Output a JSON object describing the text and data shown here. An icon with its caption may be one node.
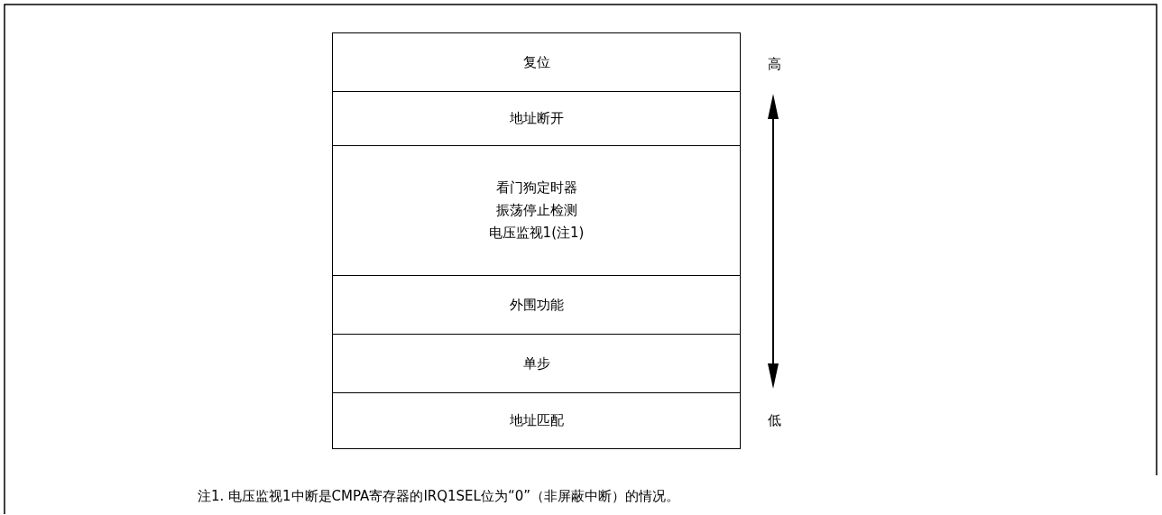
{
  "diagram": {
    "nodes": [
      {
        "text": [
          "复位"
        ]
      },
      {
        "text": [
          "地址断开"
        ]
      },
      {
        "text": [
          "看门狗定时器",
          "振荡停止检测",
          "电压监视1(注1)"
        ]
      },
      {
        "text": [
          "外围功能"
        ]
      },
      {
        "text": [
          "单步"
        ]
      },
      {
        "text": [
          "地址匹配"
        ]
      }
    ],
    "labels": [
      "高",
      "低",
      "注1. 电压监视1中断是CMPA寄存器的IRQ1SEL位为“0”（非屏蔽中断）的情况。"
    ]
  }
}
